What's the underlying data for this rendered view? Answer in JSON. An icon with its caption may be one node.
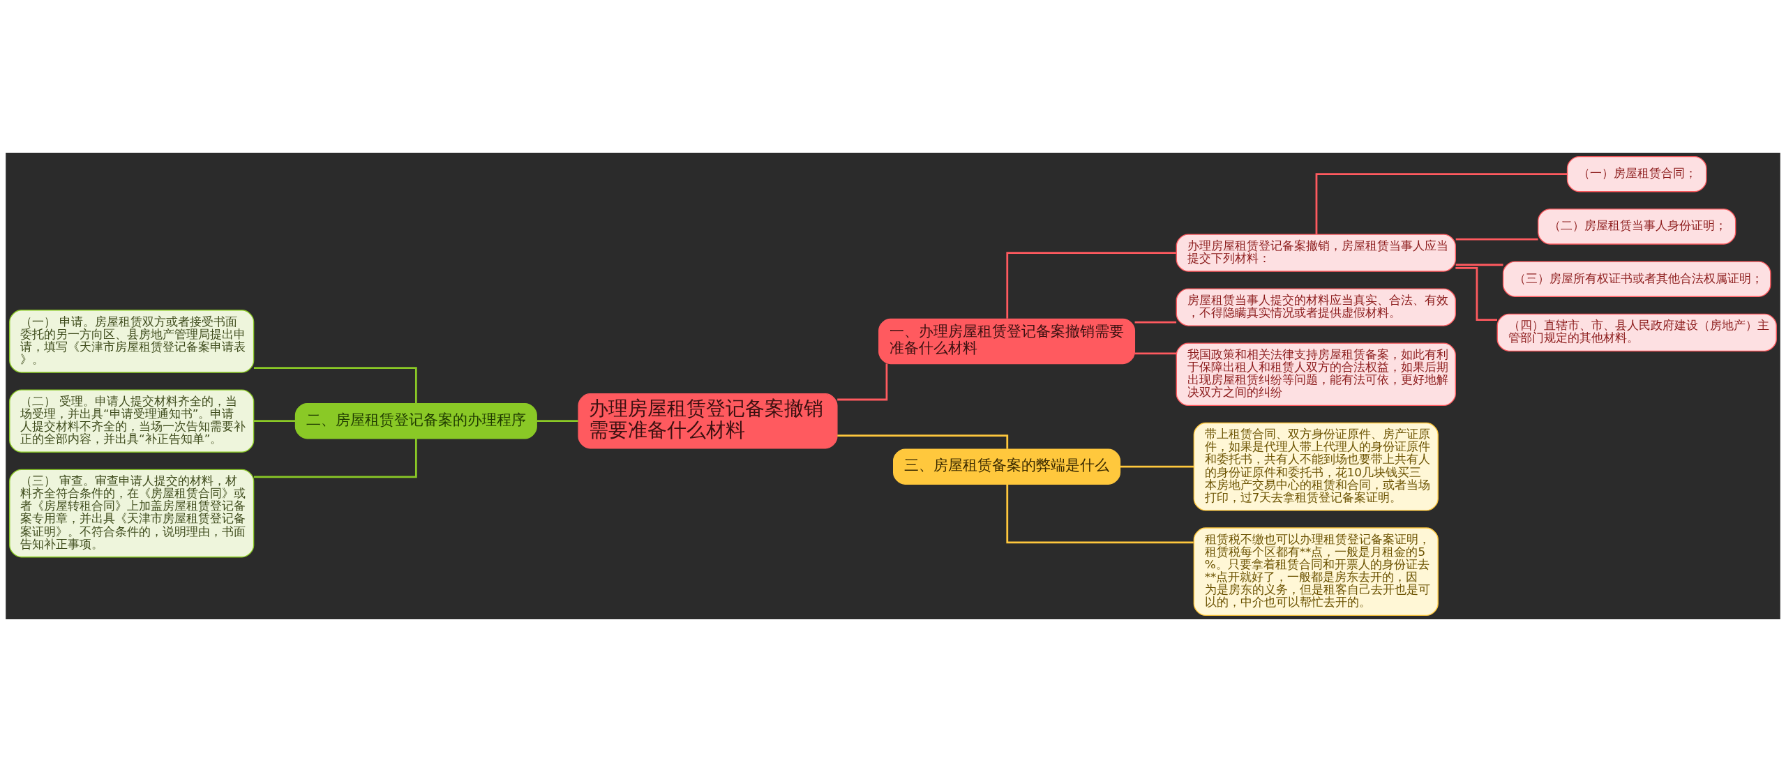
{
  "diagram": {
    "nodes": [
      {
        "text": [
          "办理房屋租赁登记备案撤销需要准备什么材料"
        ]
      },
      {
        "text": [
          "一、办理房屋租赁登记备案撤销需要准备什么材料"
        ]
      },
      {
        "text": [
          "办理房屋租赁登记备案撤销，房屋租赁当事人应当提交下列材料："
        ]
      },
      {
        "text": [
          "（一）房屋租赁合同；"
        ]
      },
      {
        "text": [
          "（二）房屋租赁当事人身份证明；"
        ]
      },
      {
        "text": [
          "（三）房屋所有权证书或者其他合法权属证明；"
        ]
      },
      {
        "text": [
          "（四）直辖市、市、县人民政府建设（房地产）主管部门规定的其他材料。"
        ]
      },
      {
        "text": [
          "房屋租赁当事人提交的材料应当真实、合法、有效，不得隐瞒真实情况或者提供虚假材料。"
        ]
      },
      {
        "text": [
          "我国政策和相关法律支持房屋租赁备案，如此有利于保障出租人和租赁人双方的合法权益，如果后期出现房屋租赁纠纷等问题，能有法可依，更好地解决双方之间的纠纷"
        ]
      },
      {
        "text": [
          "二、房屋租赁登记备案的办理程序"
        ]
      },
      {
        "text": [
          "（一） 申请。房屋租赁双方或者接受书面委托的另一方向区、县房地产管理局提出申请，填写《天津市房屋租赁登记备案申请表》。"
        ]
      },
      {
        "text": [
          "（二） 受理。申请人提交材料齐全的，当场受理，并出具“申请受理通知书”。申请人提交材料不齐全的，当场一次告知需要补正的全部内容，并出具“补正告知单”。"
        ]
      },
      {
        "text": [
          "（三） 审查。审查申请人提交的材料，材料齐全符合条件的，在《房屋租赁合同》或者《房屋转租合同》上加盖房屋租赁登记备案专用章，并出具《天津市房屋租赁登记备案证明》。不符合条件的，说明理由，书面告知补正事项。"
        ]
      },
      {
        "text": [
          "三、房屋租赁备案的弊端是什么"
        ]
      },
      {
        "text": [
          "带上租赁合同、双方身份证原件、房产证原件，如果是代理人带上代理人的身份证原件和委托书，共有人不能到场也要带上共有人的身份证原件和委托书，花10几块钱买三本房地产交易中心的租赁和合同，或者当场打印，过7天去拿租赁登记备案证明。"
        ]
      },
      {
        "text": [
          "租赁税不缴也可以办理租赁登记备案证明，租赁税每个区都有**点，一般是月租金的5%。只要拿着租赁合同和开票人的身份证去**点开就好了，一般都是房东去开的，因为是房东的义务，但是租客自己去开也是可以的，中介也可以帮忙去开的。"
        ]
      }
    ],
    "edges": [
      {
        "from": 0,
        "to": 1,
        "arrow": "none"
      },
      {
        "from": 1,
        "to": 2,
        "arrow": "none"
      },
      {
        "from": 2,
        "to": 3,
        "arrow": "none"
      },
      {
        "from": 2,
        "to": 4,
        "arrow": "none"
      },
      {
        "from": 2,
        "to": 5,
        "arrow": "none"
      },
      {
        "from": 2,
        "to": 6,
        "arrow": "none"
      },
      {
        "from": 1,
        "to": 7,
        "arrow": "none"
      },
      {
        "from": 1,
        "to": 8,
        "arrow": "none"
      },
      {
        "from": 0,
        "to": 9,
        "arrow": "none",
        "color": "#8ac926"
      },
      {
        "from": 9,
        "to": 10,
        "arrow": "none",
        "color": "#8ac926"
      },
      {
        "from": 9,
        "to": 11,
        "arrow": "none",
        "color": "#8ac926"
      },
      {
        "from": 9,
        "to": 12,
        "arrow": "none",
        "color": "#8ac926"
      },
      {
        "from": 0,
        "to": 13,
        "arrow": "none",
        "color": "#ffc83d"
      },
      {
        "from": 13,
        "to": 14,
        "arrow": "none",
        "color": "#ffc83d"
      },
      {
        "from": 13,
        "to": 15,
        "arrow": "none",
        "color": "#ffc83d"
      }
    ]
  }
}
